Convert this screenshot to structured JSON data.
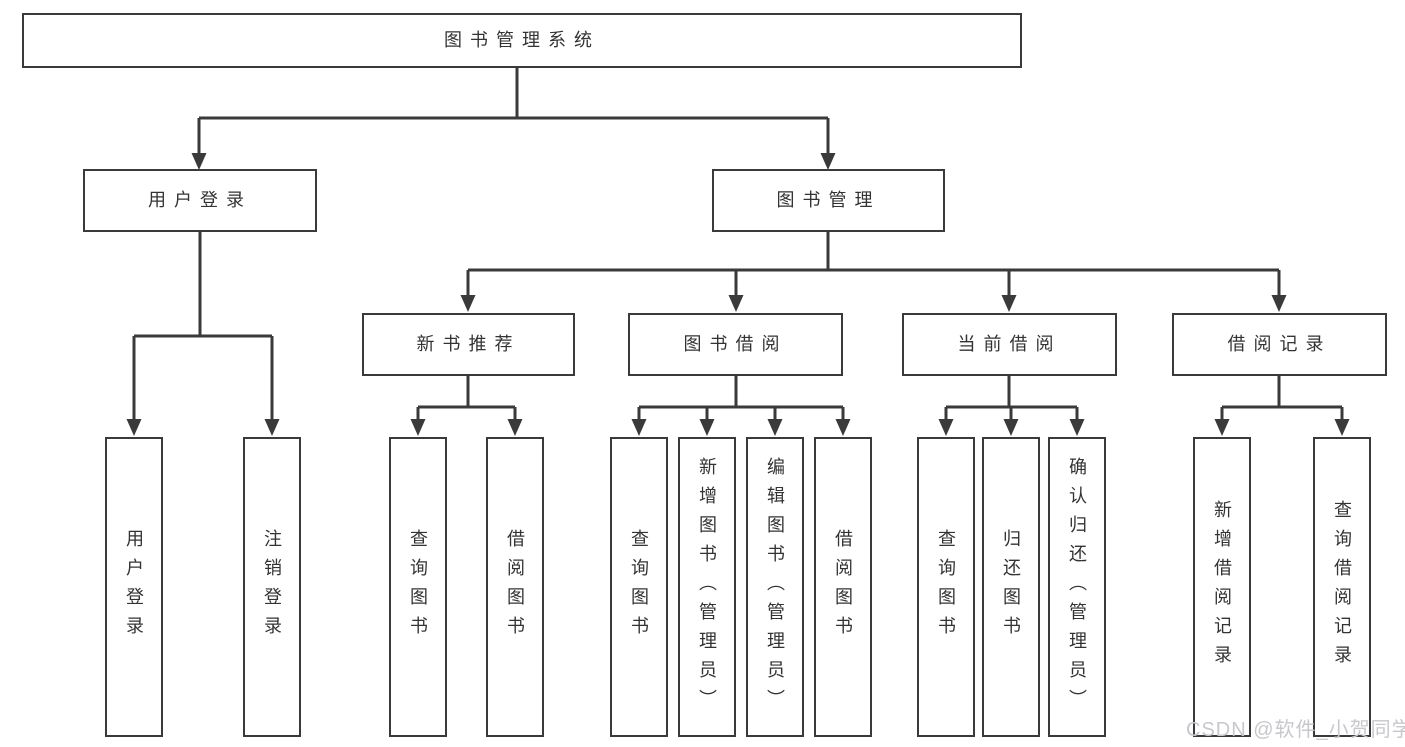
{
  "colors": {
    "line": "#3a3a3a",
    "text": "#333333",
    "box_fill": "#ffffff",
    "watermark": "#c7c7cd"
  },
  "watermark": "CSDN @软件_小贺同学",
  "tree": {
    "root": {
      "label": "图书管理系统",
      "children": [
        {
          "label": "用户登录",
          "children": [
            {
              "label": "用户登录"
            },
            {
              "label": "注销登录"
            }
          ]
        },
        {
          "label": "图书管理",
          "children": [
            {
              "label": "新书推荐",
              "children": [
                {
                  "label": "查询图书"
                },
                {
                  "label": "借阅图书"
                }
              ]
            },
            {
              "label": "图书借阅",
              "children": [
                {
                  "label": "查询图书"
                },
                {
                  "label": "新增图书（管理员）"
                },
                {
                  "label": "编辑图书（管理员）"
                },
                {
                  "label": "借阅图书"
                }
              ]
            },
            {
              "label": "当前借阅",
              "children": [
                {
                  "label": "查询图书"
                },
                {
                  "label": "归还图书"
                },
                {
                  "label": "确认归还（管理员）"
                }
              ]
            },
            {
              "label": "借阅记录",
              "children": [
                {
                  "label": "新增借阅记录"
                },
                {
                  "label": "查询借阅记录"
                }
              ]
            }
          ]
        }
      ]
    }
  }
}
